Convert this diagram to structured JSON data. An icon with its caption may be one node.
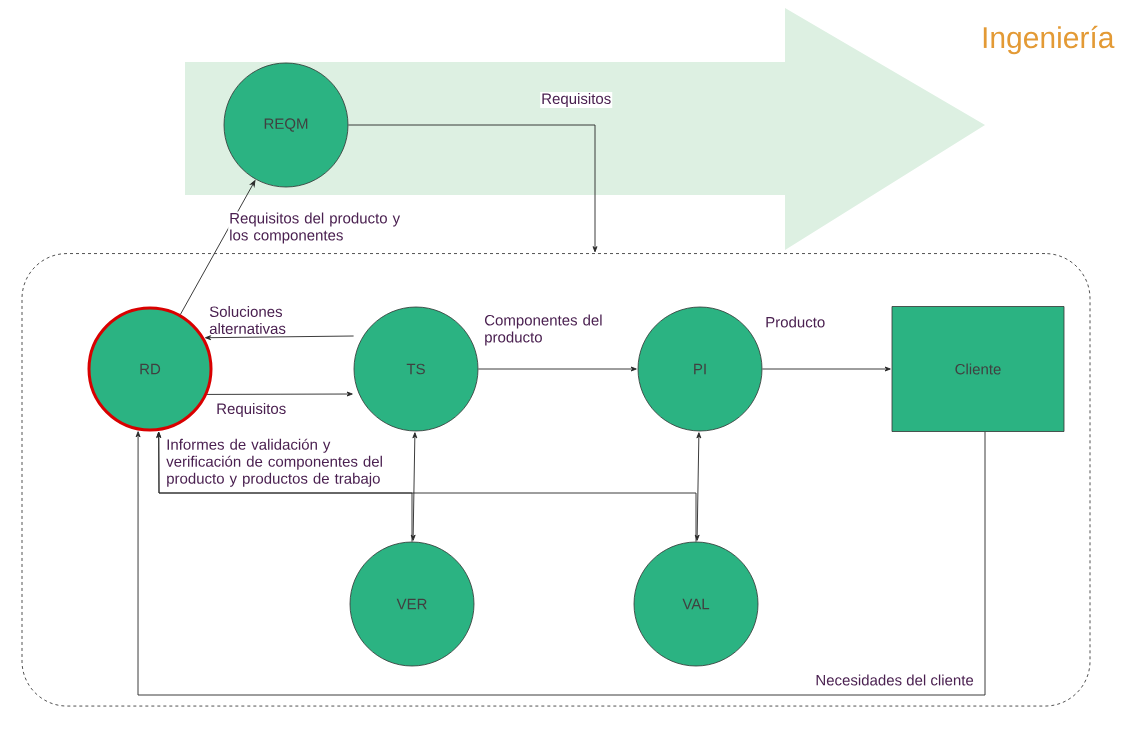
{
  "diagram": {
    "title": "Ingeniería",
    "nodes": [
      {
        "text": [
          "REQM"
        ]
      },
      {
        "text": [],
        "shape": "box"
      },
      {
        "text": [
          "RD"
        ],
        "in": 1
      },
      {
        "text": [
          "TS"
        ],
        "in": 1
      },
      {
        "text": [
          "PI"
        ],
        "in": 1
      },
      {
        "text": [
          "Cliente"
        ],
        "in": 1
      },
      {
        "text": [
          "VER"
        ],
        "in": 1
      },
      {
        "text": [
          "VAL"
        ],
        "in": 1
      }
    ],
    "edges": [
      {
        "from": 0,
        "to": 1,
        "arrow": "to",
        "label": "Requisitos"
      },
      {
        "from": 2,
        "to": 0,
        "arrow": "to",
        "label": "Requisitos del producto y los componentes"
      },
      {
        "from": 3,
        "to": 2,
        "arrow": "to",
        "label": "Soluciones alternativas"
      },
      {
        "from": 2,
        "to": 3,
        "arrow": "to",
        "label": "Requisitos"
      },
      {
        "from": 3,
        "to": 4,
        "arrow": "to",
        "label": "Componentes del producto"
      },
      {
        "from": 4,
        "to": 5,
        "arrow": "to",
        "label": "Producto"
      },
      {
        "from": 5,
        "to": 2,
        "arrow": "to",
        "label": "Necesidades del cliente"
      },
      {
        "from": 3,
        "to": 6,
        "arrow": "both"
      },
      {
        "from": 4,
        "to": 7,
        "arrow": "both"
      },
      {
        "from": 7,
        "to": 2,
        "arrow": "to",
        "label": "Informes de validación y verificación de componentes del producto y productos de trabajo"
      },
      {
        "from": 6,
        "to": 2,
        "arrow": "to"
      }
    ]
  }
}
